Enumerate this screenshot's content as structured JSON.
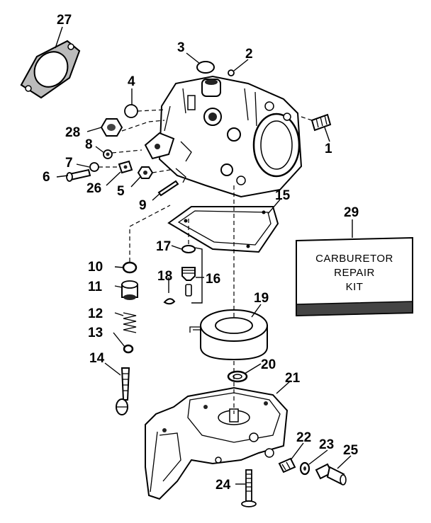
{
  "callouts": {
    "c1": "1",
    "c2": "2",
    "c3": "3",
    "c4": "4",
    "c5": "5",
    "c6": "6",
    "c7": "7",
    "c8": "8",
    "c9": "9",
    "c10": "10",
    "c11": "11",
    "c12": "12",
    "c13": "13",
    "c14": "14",
    "c15": "15",
    "c16": "16",
    "c17": "17",
    "c18": "18",
    "c19": "19",
    "c20": "20",
    "c21": "21",
    "c22": "22",
    "c23": "23",
    "c24": "24",
    "c25": "25",
    "c26": "26",
    "c27": "27",
    "c28": "28",
    "c29": "29"
  },
  "kit_box": {
    "line1": "CARBURETOR",
    "line2": "REPAIR",
    "line3": "KIT"
  }
}
